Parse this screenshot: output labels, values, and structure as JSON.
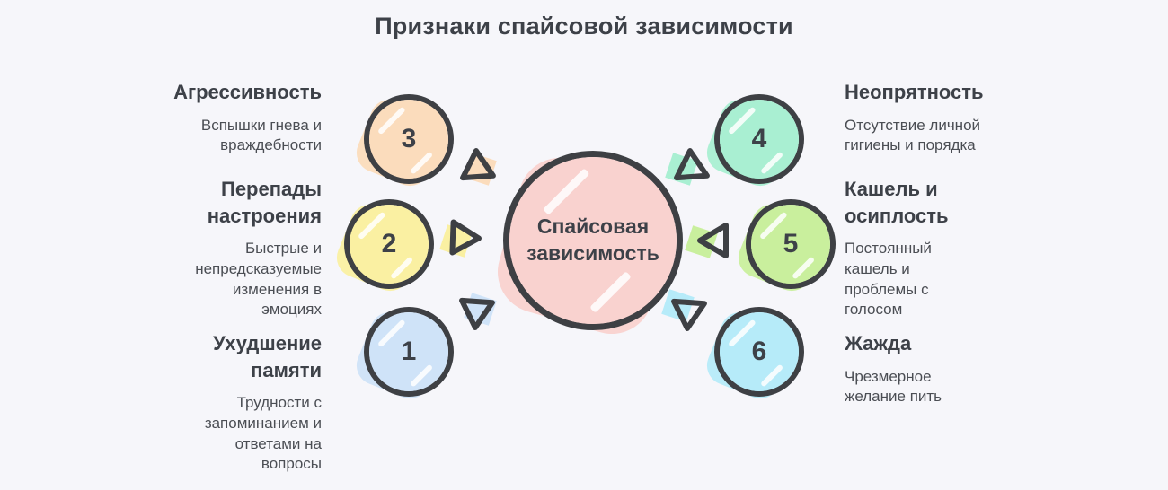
{
  "title": "Признаки спайсовой зависимости",
  "center": {
    "label": "Спайсовая\nзависимость",
    "color": "#f9d2cf"
  },
  "colors": {
    "background": "#f6f6fa",
    "outline": "#3e4044",
    "heading_text": "#3d4148",
    "body_text": "#4b4e54"
  },
  "items": [
    {
      "number": "1",
      "heading": "Ухудшение\nпамяти",
      "description": "Трудности с\nзапоминанием и\nответами на\nвопросы",
      "color": "#cfe3f8",
      "side": "left",
      "arrow_direction": "down"
    },
    {
      "number": "2",
      "heading": "Перепады\nнастроения",
      "description": "Быстрые и\nнепредсказуемые\nизменения в\nэмоциях",
      "color": "#faf0a2",
      "side": "left",
      "arrow_direction": "right"
    },
    {
      "number": "3",
      "heading": "Агрессивность",
      "description": "Вспышки гнева и\nвраждебности",
      "color": "#fbdcbc",
      "side": "left",
      "arrow_direction": "up"
    },
    {
      "number": "4",
      "heading": "Неопрятность",
      "description": "Отсутствие личной\nгигиены и порядка",
      "color": "#a9efd2",
      "side": "right",
      "arrow_direction": "up"
    },
    {
      "number": "5",
      "heading": "Кашель и\nосиплость",
      "description": "Постоянный\nкашель и\nпроблемы с\nголосом",
      "color": "#c9ef9d",
      "side": "right",
      "arrow_direction": "left"
    },
    {
      "number": "6",
      "heading": "Жажда",
      "description": "Чрезмерное\nжелание пить",
      "color": "#b6ebf9",
      "side": "right",
      "arrow_direction": "down"
    }
  ]
}
